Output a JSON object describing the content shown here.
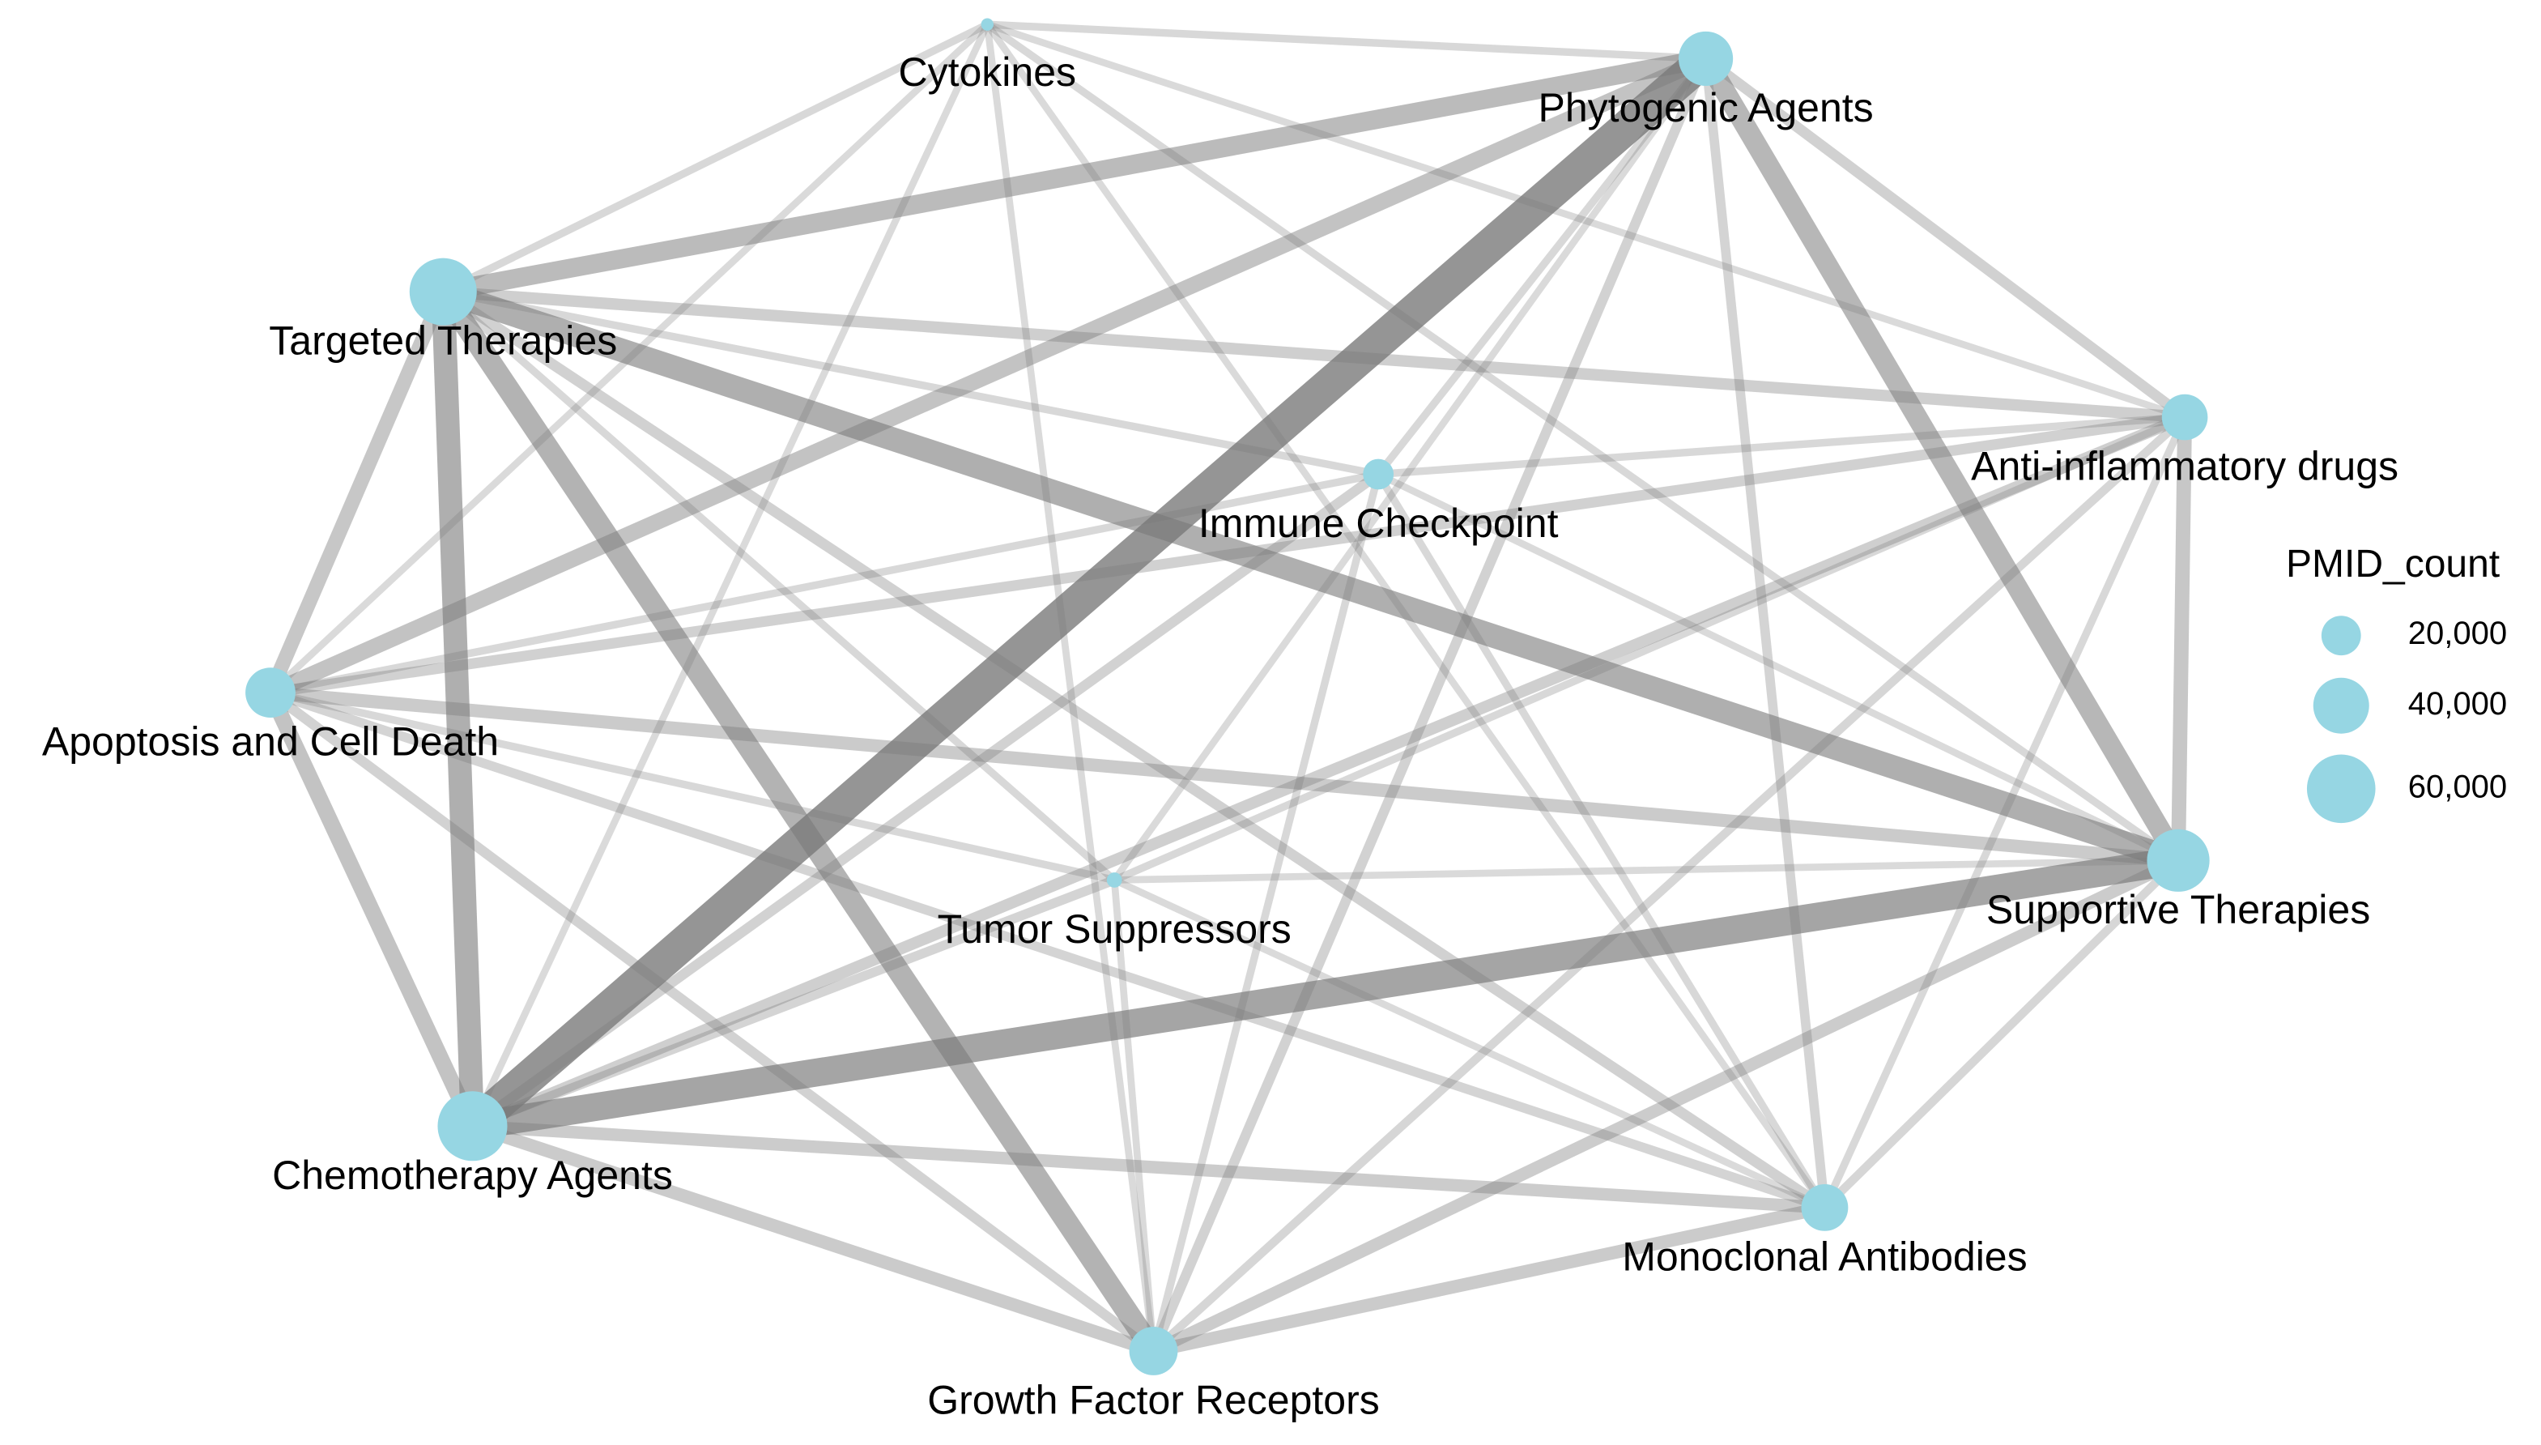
{
  "colors": {
    "node": "#96D6E3",
    "edge": "#7a7a7a",
    "background": "#ffffff"
  },
  "legend": {
    "title": "PMID_count",
    "items": [
      {
        "label": "20,000",
        "value": 20000
      },
      {
        "label": "40,000",
        "value": 40000
      },
      {
        "label": "60,000",
        "value": 60000
      }
    ]
  },
  "nodes": [
    {
      "id": "cyto",
      "label": "Cytokines",
      "pmid_count": 2000
    },
    {
      "id": "phyto",
      "label": "Phytogenic Agents",
      "pmid_count": 38000
    },
    {
      "id": "target",
      "label": "Targeted Therapies",
      "pmid_count": 58000
    },
    {
      "id": "antiinf",
      "label": "Anti-inflammatory drugs",
      "pmid_count": 27000
    },
    {
      "id": "immune",
      "label": "Immune Checkpoint",
      "pmid_count": 12000
    },
    {
      "id": "apop",
      "label": "Apoptosis and Cell Death",
      "pmid_count": 32000
    },
    {
      "id": "tumor",
      "label": "Tumor Suppressors",
      "pmid_count": 3000
    },
    {
      "id": "support",
      "label": "Supportive Therapies",
      "pmid_count": 50000
    },
    {
      "id": "chemo",
      "label": "Chemotherapy Agents",
      "pmid_count": 62000
    },
    {
      "id": "mono",
      "label": "Monoclonal Antibodies",
      "pmid_count": 28000
    },
    {
      "id": "growth",
      "label": "Growth Factor Receptors",
      "pmid_count": 30000
    }
  ],
  "edges": [
    {
      "source": "chemo",
      "target": "phyto",
      "weight": 1.0
    },
    {
      "source": "chemo",
      "target": "support",
      "weight": 0.8
    },
    {
      "source": "target",
      "target": "support",
      "weight": 0.65
    },
    {
      "source": "target",
      "target": "chemo",
      "weight": 0.65
    },
    {
      "source": "target",
      "target": "growth",
      "weight": 0.6
    },
    {
      "source": "phyto",
      "target": "support",
      "weight": 0.55
    },
    {
      "source": "target",
      "target": "phyto",
      "weight": 0.5
    },
    {
      "source": "apop",
      "target": "phyto",
      "weight": 0.4
    },
    {
      "source": "apop",
      "target": "chemo",
      "weight": 0.4
    },
    {
      "source": "apop",
      "target": "target",
      "weight": 0.35
    },
    {
      "source": "antiinf",
      "target": "support",
      "weight": 0.35
    },
    {
      "source": "apop",
      "target": "support",
      "weight": 0.3
    },
    {
      "source": "chemo",
      "target": "growth",
      "weight": 0.3
    },
    {
      "source": "growth",
      "target": "mono",
      "weight": 0.3
    },
    {
      "source": "chemo",
      "target": "mono",
      "weight": 0.28
    },
    {
      "source": "growth",
      "target": "support",
      "weight": 0.28
    },
    {
      "source": "target",
      "target": "antiinf",
      "weight": 0.25
    },
    {
      "source": "chemo",
      "target": "antiinf",
      "weight": 0.25
    },
    {
      "source": "phyto",
      "target": "antiinf",
      "weight": 0.22
    },
    {
      "source": "apop",
      "target": "antiinf",
      "weight": 0.22
    },
    {
      "source": "target",
      "target": "mono",
      "weight": 0.22
    },
    {
      "source": "chemo",
      "target": "immune",
      "weight": 0.2
    },
    {
      "source": "chemo",
      "target": "tumor",
      "weight": 0.18
    },
    {
      "source": "apop",
      "target": "growth",
      "weight": 0.2
    },
    {
      "source": "apop",
      "target": "mono",
      "weight": 0.18
    },
    {
      "source": "phyto",
      "target": "growth",
      "weight": 0.2
    },
    {
      "source": "phyto",
      "target": "mono",
      "weight": 0.18
    },
    {
      "source": "mono",
      "target": "support",
      "weight": 0.15
    },
    {
      "source": "mono",
      "target": "antiinf",
      "weight": 0.12
    },
    {
      "source": "growth",
      "target": "antiinf",
      "weight": 0.15
    },
    {
      "source": "target",
      "target": "cyto",
      "weight": 0.12
    },
    {
      "source": "cyto",
      "target": "phyto",
      "weight": 0.12
    },
    {
      "source": "cyto",
      "target": "apop",
      "weight": 0.1
    },
    {
      "source": "cyto",
      "target": "chemo",
      "weight": 0.1
    },
    {
      "source": "cyto",
      "target": "support",
      "weight": 0.12
    },
    {
      "source": "cyto",
      "target": "mono",
      "weight": 0.1
    },
    {
      "source": "cyto",
      "target": "growth",
      "weight": 0.1
    },
    {
      "source": "cyto",
      "target": "antiinf",
      "weight": 0.1
    },
    {
      "source": "target",
      "target": "immune",
      "weight": 0.12
    },
    {
      "source": "immune",
      "target": "apop",
      "weight": 0.12
    },
    {
      "source": "immune",
      "target": "antiinf",
      "weight": 0.12
    },
    {
      "source": "immune",
      "target": "phyto",
      "weight": 0.12
    },
    {
      "source": "immune",
      "target": "mono",
      "weight": 0.12
    },
    {
      "source": "immune",
      "target": "growth",
      "weight": 0.12
    },
    {
      "source": "immune",
      "target": "support",
      "weight": 0.1
    },
    {
      "source": "tumor",
      "target": "target",
      "weight": 0.12
    },
    {
      "source": "tumor",
      "target": "phyto",
      "weight": 0.1
    },
    {
      "source": "tumor",
      "target": "apop",
      "weight": 0.12
    },
    {
      "source": "tumor",
      "target": "antiinf",
      "weight": 0.12
    },
    {
      "source": "tumor",
      "target": "support",
      "weight": 0.1
    },
    {
      "source": "tumor",
      "target": "mono",
      "weight": 0.1
    },
    {
      "source": "tumor",
      "target": "growth",
      "weight": 0.1
    }
  ]
}
